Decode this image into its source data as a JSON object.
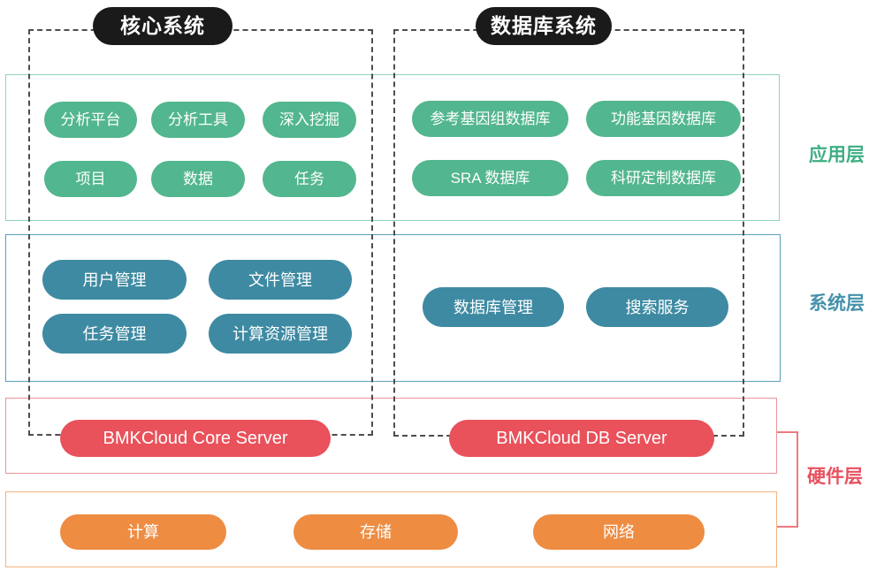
{
  "groups": {
    "core": {
      "title": "核心系统"
    },
    "db": {
      "title": "数据库系统"
    }
  },
  "layer_labels": {
    "application": "应用层",
    "system": "系统层",
    "hardware": "硬件层"
  },
  "application_layer": {
    "core": [
      "分析平台",
      "分析工具",
      "深入挖掘",
      "项目",
      "数据",
      "任务"
    ],
    "db": [
      "参考基因组数据库",
      "功能基因数据库",
      "SRA 数据库",
      "科研定制数据库"
    ]
  },
  "system_layer": {
    "core": [
      "用户管理",
      "文件管理",
      "任务管理",
      "计算资源管理"
    ],
    "db": [
      "数据库管理",
      "搜索服务"
    ]
  },
  "server_layer": {
    "core": "BMKCloud Core Server",
    "db": "BMKCloud DB Server"
  },
  "hardware_layer": {
    "items": [
      "计算",
      "存储",
      "网络"
    ]
  },
  "colors": {
    "green_pill": "#52B68E",
    "green_border": "#8FD4B7",
    "green_label": "#3EAF83",
    "blue_pill": "#3E8AA2",
    "blue_border": "#5AA0B8",
    "blue_label": "#4691AA",
    "red_pill": "#E9515B",
    "red_border": "#F09498",
    "red_label": "#E8505F",
    "bracket": "#ED7A80",
    "orange_pill": "#EE8C42",
    "orange_border": "#F4B280",
    "title_bg": "#1A1A1A",
    "dash": "#4D4D4D"
  }
}
